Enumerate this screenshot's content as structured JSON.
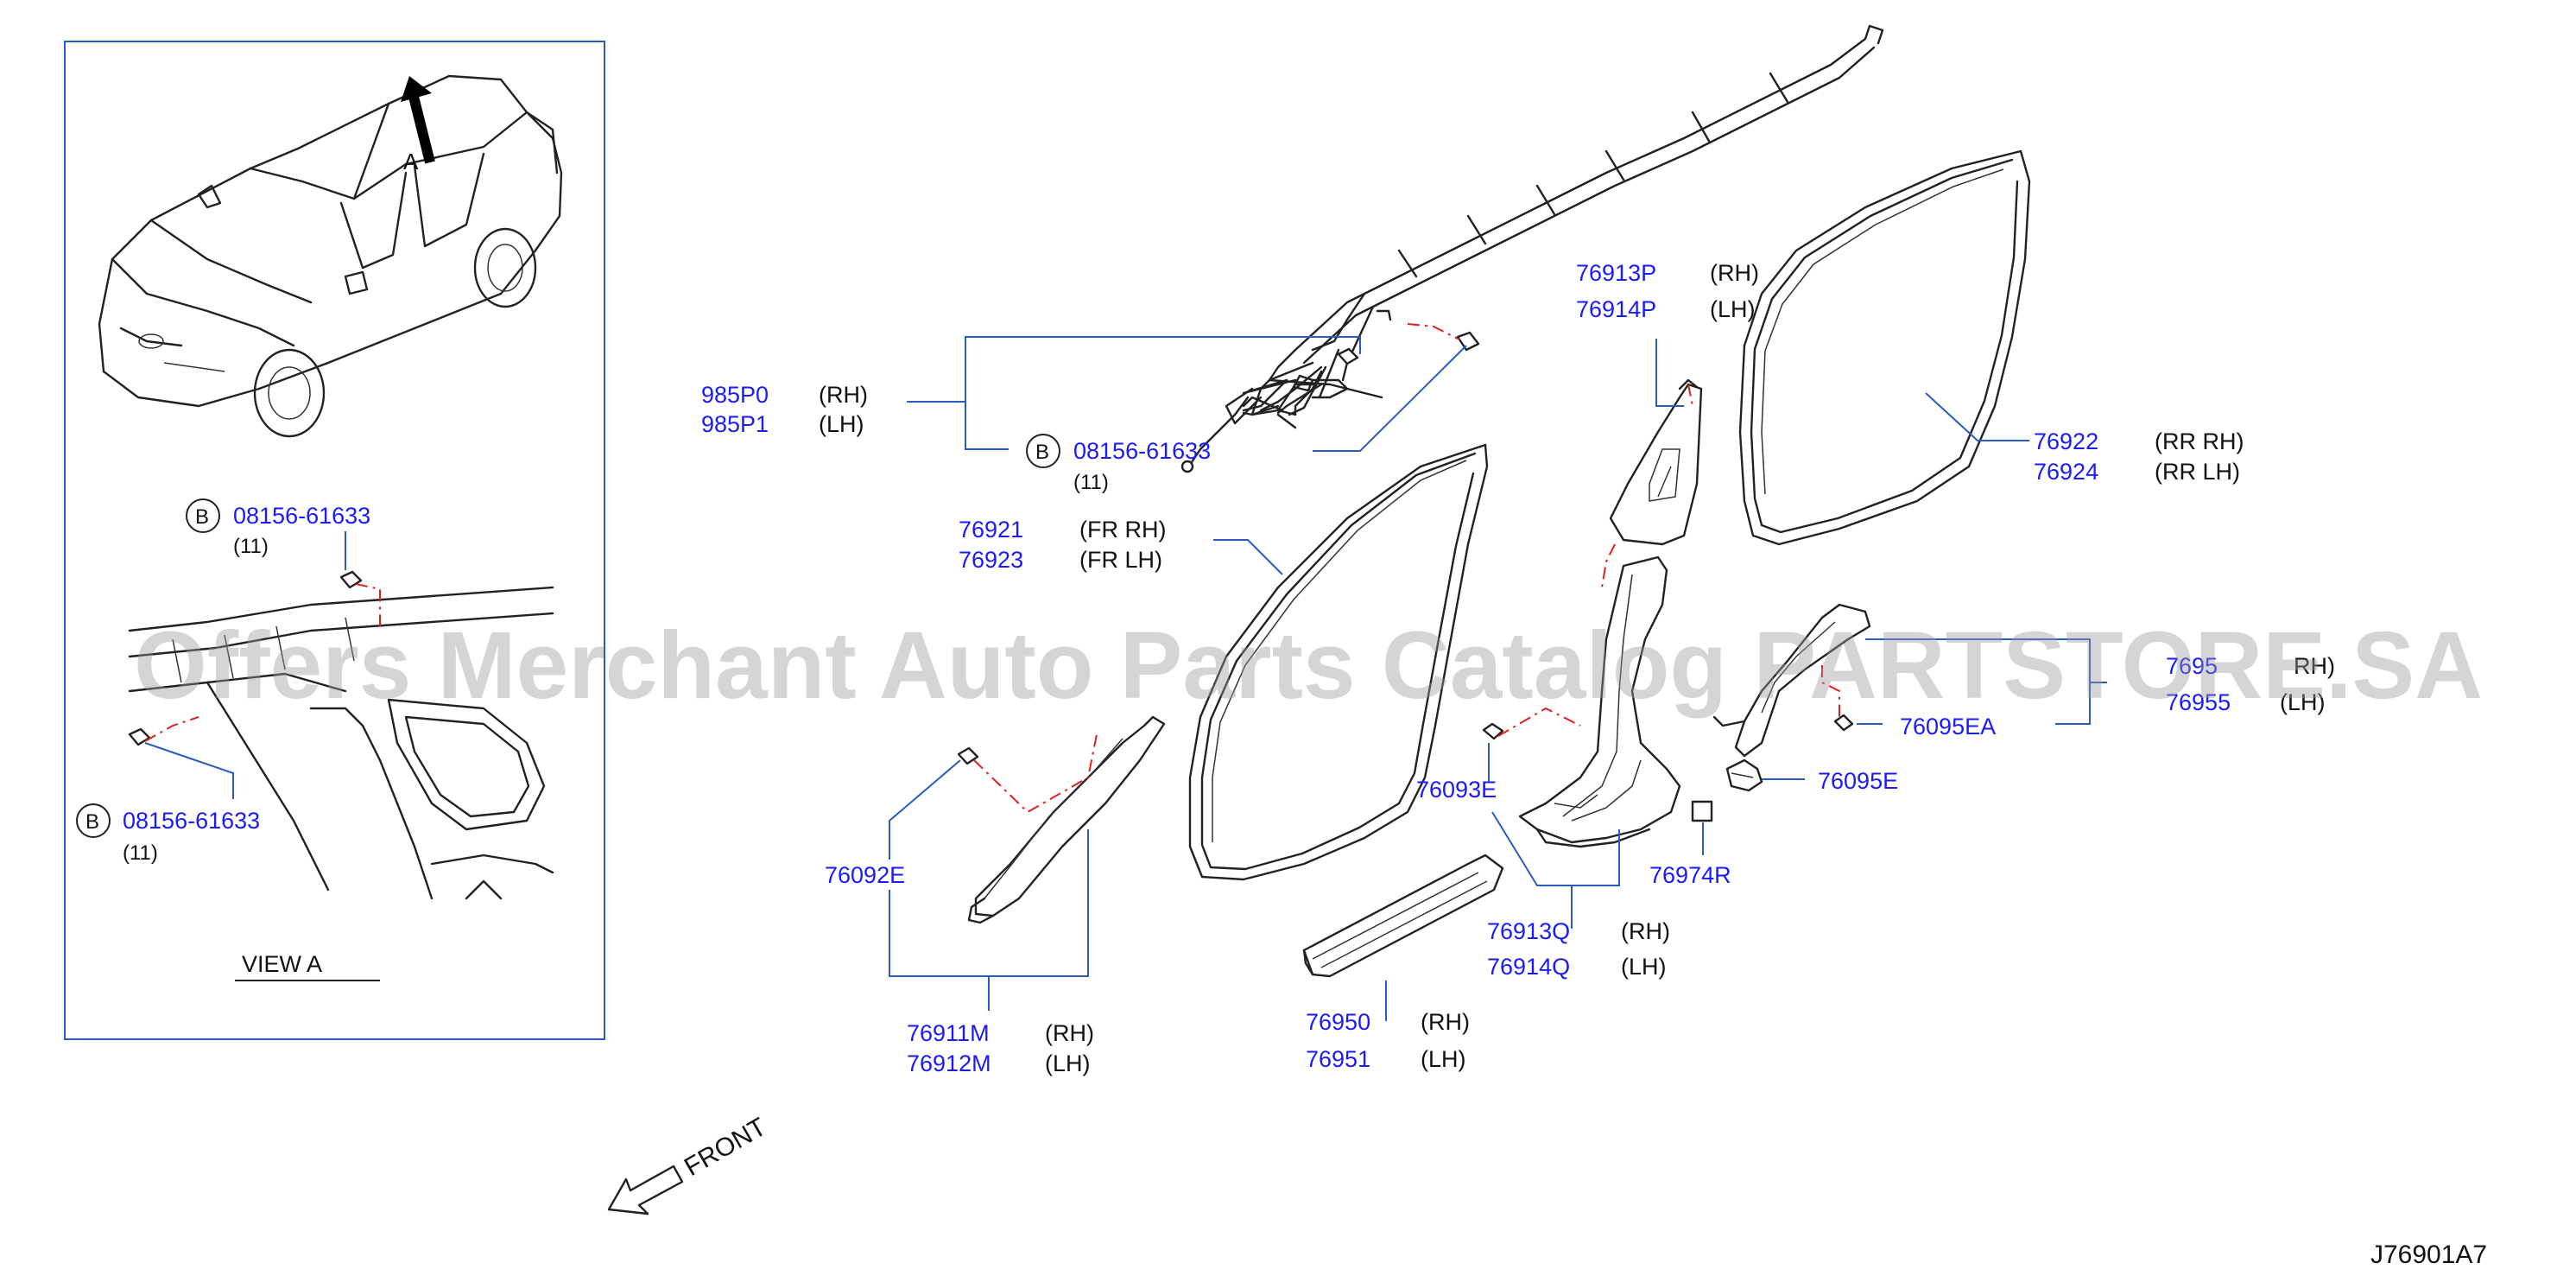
{
  "view_box_labels": {
    "arrow_letter": "A",
    "view_caption": "VIEW   A",
    "bolt_top_code": "B",
    "bolt_top_part": "08156-61633",
    "bolt_top_qty": "(11)",
    "bolt_bottom_code": "B",
    "bolt_bottom_part": "08156-61633",
    "bolt_bottom_qty": "(11)"
  },
  "callouts": {
    "airbag": {
      "rh_part": "985P0",
      "rh_side": "(RH)",
      "lh_part": "985P1",
      "lh_side": "(LH)"
    },
    "airbag_bolt": {
      "code": "B",
      "part": "08156-61633",
      "qty": "(11)"
    },
    "front_weatherstrip": {
      "rh_part": "76921",
      "rh_side": "(FR   RH)",
      "lh_part": "76923",
      "lh_side": "(FR   LH)"
    },
    "pillar_upper": {
      "rh_part": "76913P",
      "rh_side": "(RH)",
      "lh_part": "76914P",
      "lh_side": "(LH)"
    },
    "rear_weatherstrip": {
      "rh_part": "76922",
      "rh_side": "(RR   RH)",
      "lh_part": "76924",
      "lh_side": "(RR   LH)"
    },
    "rear_garnish": {
      "rh_part": "7695",
      "rh_side": "RH)",
      "lh_part": "76955",
      "lh_side": "(LH)"
    },
    "clip_ea": {
      "part": "76095EA"
    },
    "clip_e": {
      "part": "76095E"
    },
    "clip_93e": {
      "part": "76093E"
    },
    "cap_r": {
      "part": "76974R"
    },
    "clip_92e": {
      "part": "76092E"
    },
    "pillar_lower": {
      "rh_part": "76913Q",
      "rh_side": "(RH)",
      "lh_part": "76914Q",
      "lh_side": "(LH)"
    },
    "front_pillar": {
      "rh_part": "76911M",
      "rh_side": "(RH)",
      "lh_part": "76912M",
      "lh_side": "(LH)"
    },
    "kicking_plate": {
      "rh_part": "76950",
      "rh_side": "(RH)",
      "lh_part": "76951",
      "lh_side": "(LH)"
    }
  },
  "front_label": "FRONT",
  "diagram_code": "J76901A7",
  "watermark": "Offers Merchant Auto Parts Catalog PARTSTORE.SA",
  "colors": {
    "part_number": "#1a1aff",
    "leader": "#2a5cc0",
    "clip_line": "#e02020",
    "watermark": "#9b9b9b"
  }
}
